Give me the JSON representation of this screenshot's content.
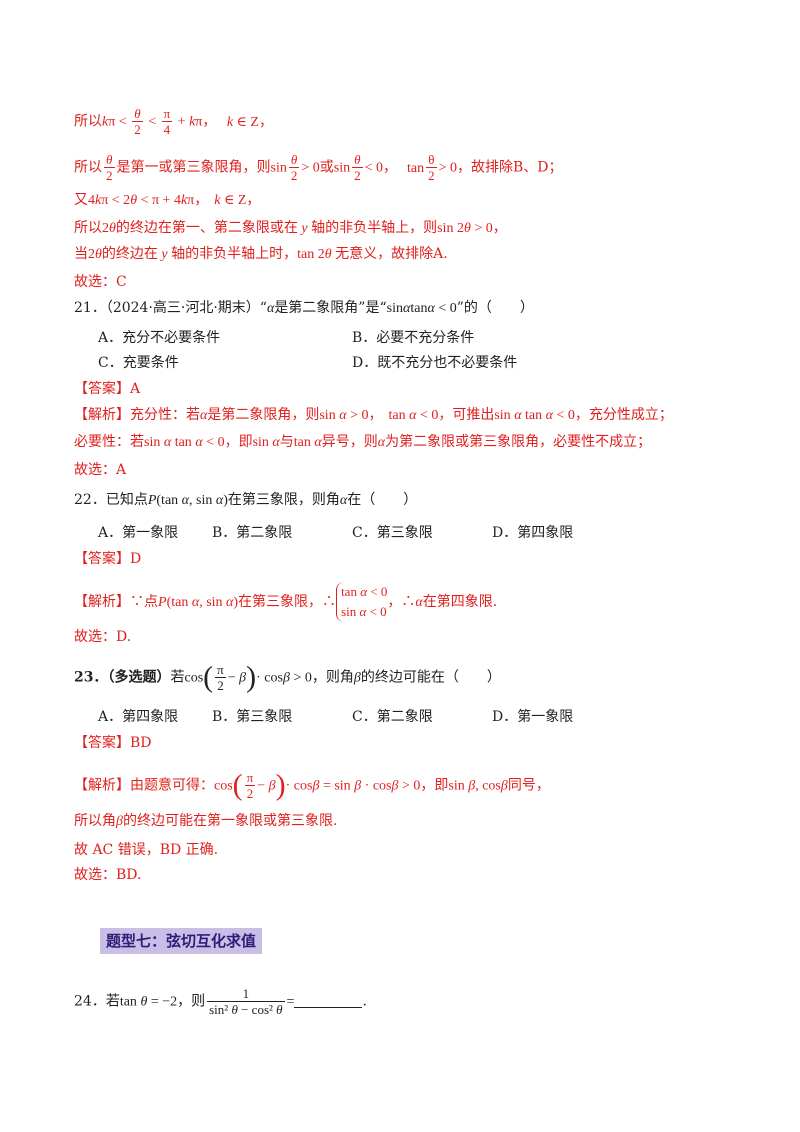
{
  "lines": {
    "l1_a": "所以",
    "l1_math": "kπ < θ/2 < π/4 + kπ",
    "l1_b": "k ∈ Z",
    "l2_a": "所以",
    "l2_b": "是第一或第三象限角，则",
    "l2_c": "或",
    "l2_d": "故排除B、D；",
    "l3_a": "又",
    "l3_math": "4kπ < 2θ < π + 4kπ",
    "l3_b": "k ∈ Z",
    "l4_a": "所以",
    "l4_b": "的终边在第一、第二象限或在",
    "l4_c": "轴的非负半轴上，则",
    "l5_a": "当",
    "l5_b": "的终边在",
    "l5_c": "轴的非负半轴上时，",
    "l5_d": "无意义，故排除A.",
    "l6": "故选：C"
  },
  "q21": {
    "stem_a": "21．（2024·高三·河北·期末）“",
    "stem_b": "是第二象限角”是“",
    "stem_c": "”的（　　）",
    "opt_a": "A．充分不必要条件",
    "opt_b": "B．必要不充分条件",
    "opt_c": "C．充要条件",
    "opt_d": "D．既不充分也不必要条件",
    "answer": "【答案】A",
    "ana_1a": "【解析】充分性：若",
    "ana_1b": "是第二象限角，则",
    "ana_1c": "，可推出",
    "ana_1d": "，充分性成立；",
    "ana_2a": "必要性：若",
    "ana_2b": "，即",
    "ana_2c": "与",
    "ana_2d": "异号，则",
    "ana_2e": "为第二象限或第三象限角，必要性不成立；",
    "ana_3": "故选：A"
  },
  "q22": {
    "stem_a": "22．已知点",
    "stem_b": "在第三象限，则角",
    "stem_c": "在（　　）",
    "opt_a": "A．第一象限",
    "opt_b": "B．第二象限",
    "opt_c": "C．第三象限",
    "opt_d": "D．第四象限",
    "answer": "【答案】D",
    "ana_a": "【解析】∵点",
    "ana_b": "在第三象限，∴",
    "ana_c": "，∴",
    "ana_d": "在第四象限.",
    "ana_2": "故选：D."
  },
  "q23": {
    "stem_num": "23．",
    "stem_tag": "（多选题）",
    "stem_a": "若",
    "stem_b": "，则角",
    "stem_c": "的终边可能在（　　）",
    "opt_a": "A．第四象限",
    "opt_b": "B．第三象限",
    "opt_c": "C．第二象限",
    "opt_d": "D．第一象限",
    "answer": "【答案】BD",
    "ana_a": "【解析】由题意可得：",
    "ana_b": "，即",
    "ana_c": "同号，",
    "ana_2a": "所以角",
    "ana_2b": "的终边可能在第一象限或第三象限.",
    "ana_3": "故 AC 错误，BD 正确.",
    "ana_4": "故选：BD."
  },
  "section_title": "题型七：弦切互化求值",
  "q24": {
    "stem_a": "24．若",
    "stem_b": "，则",
    "stem_end": "."
  }
}
